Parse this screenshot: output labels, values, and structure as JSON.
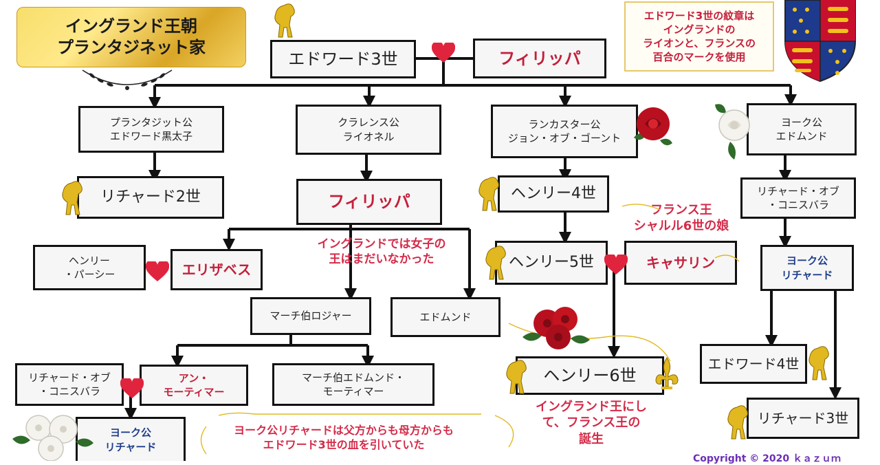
{
  "title": {
    "line1": "イングランド王朝",
    "line2": "プランタジネット家"
  },
  "crest_note": {
    "line1": "エドワード3世の紋章は",
    "line2": "イングランドの",
    "line3": "ライオンと、フランスの",
    "line4": "百合のマークを使用"
  },
  "people": {
    "edward3": "エドワード3世",
    "philippa_top": "フィリッパ",
    "black_prince": {
      "line1": "プランタジット公",
      "line2": "エドワード黒太子"
    },
    "lionel": {
      "line1": "クラレンス公",
      "line2": "ライオネル"
    },
    "gaunt": {
      "line1": "ランカスター公",
      "line2": "ジョン・オブ・ゴーント"
    },
    "edmund_york": {
      "line1": "ヨーク公",
      "line2": "エドムンド"
    },
    "richard2": "リチャード2世",
    "philippa_mid": "フィリッパ",
    "henry4": "ヘンリー4世",
    "richard_conisburgh_r": {
      "line1": "リチャード・オブ",
      "line2": "・コニスバラ"
    },
    "henry_percy": {
      "line1": "ヘンリー",
      "line2": "・パーシー"
    },
    "elizabeth": "エリザベス",
    "henry5": "ヘンリー5世",
    "catherine": "キャサリン",
    "york_richard_r": {
      "line1": "ヨーク公",
      "line2": "リチャード"
    },
    "roger_mortimer": "マーチ伯ロジャー",
    "edmund_mid": "エドムンド",
    "richard_conisburgh_l": {
      "line1": "リチャード・オブ",
      "line2": "・コニスバラ"
    },
    "anne_mortimer": {
      "line1": "アン・",
      "line2": "モーティマー"
    },
    "edmund_mortimer": {
      "line1": "マーチ伯エドムンド・",
      "line2": "モーティマー"
    },
    "henry6": "ヘンリー6世",
    "edward4": "エドワード4世",
    "richard3": "リチャード3世",
    "york_richard_l": {
      "line1": "ヨーク公",
      "line2": "リチャード"
    }
  },
  "notes": {
    "no_queen": {
      "line1": "イングランドでは女子の",
      "line2": "王はまだいなかった"
    },
    "charles6": {
      "line1": "フランス王",
      "line2": "シャルル6世の娘"
    },
    "henry6_note": {
      "line1": "イングランド王にし",
      "line2": "て、フランス王の",
      "line3": "誕生"
    },
    "york_note": {
      "line1": "ヨーク公リチャードは父方からも母方からも",
      "line2": "エドワード3世の血を引いていた"
    }
  },
  "copyright": "Copyright © 2020 ｋａｚｕｍ",
  "colors": {
    "accent_red": "#c41f3b",
    "note_red": "#d42a48",
    "heart": "#e0243d",
    "gold": "#e2b820",
    "navy": "#1f3f8a"
  },
  "icons": [
    "lion-icon",
    "heart-icon",
    "red-rose-icon",
    "white-rose-icon",
    "fleur-de-lis-icon",
    "royal-crest-icon"
  ]
}
